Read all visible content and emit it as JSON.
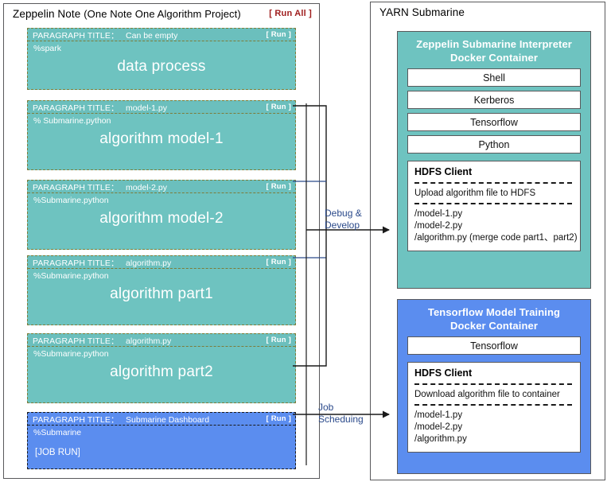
{
  "note": {
    "title": "Zeppelin Note",
    "subtitle": "(One Note One Algorithm Project)",
    "run_all_label": "[ Run All ]",
    "paragraph_label": "PARAGRAPH TITLE：",
    "run_label": "[ Run ]",
    "paragraphs": [
      {
        "title": "Can be empty",
        "run": "[ Run ]",
        "interpreter": "%spark",
        "body": "data process",
        "color": "teal"
      },
      {
        "title": "model-1.py",
        "run": "[ Run ]",
        "interpreter": "% Submarine.python",
        "body": "algorithm model-1",
        "color": "teal"
      },
      {
        "title": "model-2.py",
        "run": "[ Run ]",
        "interpreter": "%Submarine.python",
        "body": "algorithm model-2",
        "color": "teal"
      },
      {
        "title": "algorithm.py",
        "run": "[ Run ]",
        "interpreter": "%Submarine.python",
        "body": "algorithm part1",
        "color": "teal"
      },
      {
        "title": "algorithm.py",
        "run": "[ Run ]",
        "interpreter": "%Submarine.python",
        "body": "algorithm part2",
        "color": "teal"
      },
      {
        "title": "Submarine Dashboard",
        "run": "[ Run ]",
        "interpreter": "%Submarine",
        "body": "[JOB RUN]",
        "color": "blue"
      }
    ]
  },
  "yarn": {
    "title": "YARN Submarine",
    "interpreter_container": {
      "title_line1": "Zeppelin Submarine Interpreter",
      "title_line2": "Docker Container",
      "chips": [
        "Shell",
        "Kerberos",
        "Tensorflow",
        "Python"
      ],
      "hdfs": {
        "title": "HDFS Client",
        "description": "Upload algorithm file to HDFS",
        "files": [
          "/model-1.py",
          "/model-2.py",
          "/algorithm.py (merge code part1、part2)"
        ]
      }
    },
    "training_container": {
      "title_line1": "Tensorflow Model Training",
      "title_line2": "Docker Container",
      "chips": [
        "Tensorflow"
      ],
      "hdfs": {
        "title": "HDFS Client",
        "description": "Download algorithm file to container",
        "files": [
          "/model-1.py",
          "/model-2.py",
          "/algorithm.py"
        ]
      }
    }
  },
  "connectors": {
    "debug_line1": "Debug &",
    "debug_line2": "Develop",
    "job_line1": "Job",
    "job_line2": "Scheduing"
  },
  "colors": {
    "teal": "#6ec3c0",
    "blue": "#5b8def",
    "run_all_red": "#9e1b1b",
    "connector_label_blue": "#2b4a8b",
    "panel_border": "#59595b",
    "paragraph_dash": "#7d7d3a"
  }
}
